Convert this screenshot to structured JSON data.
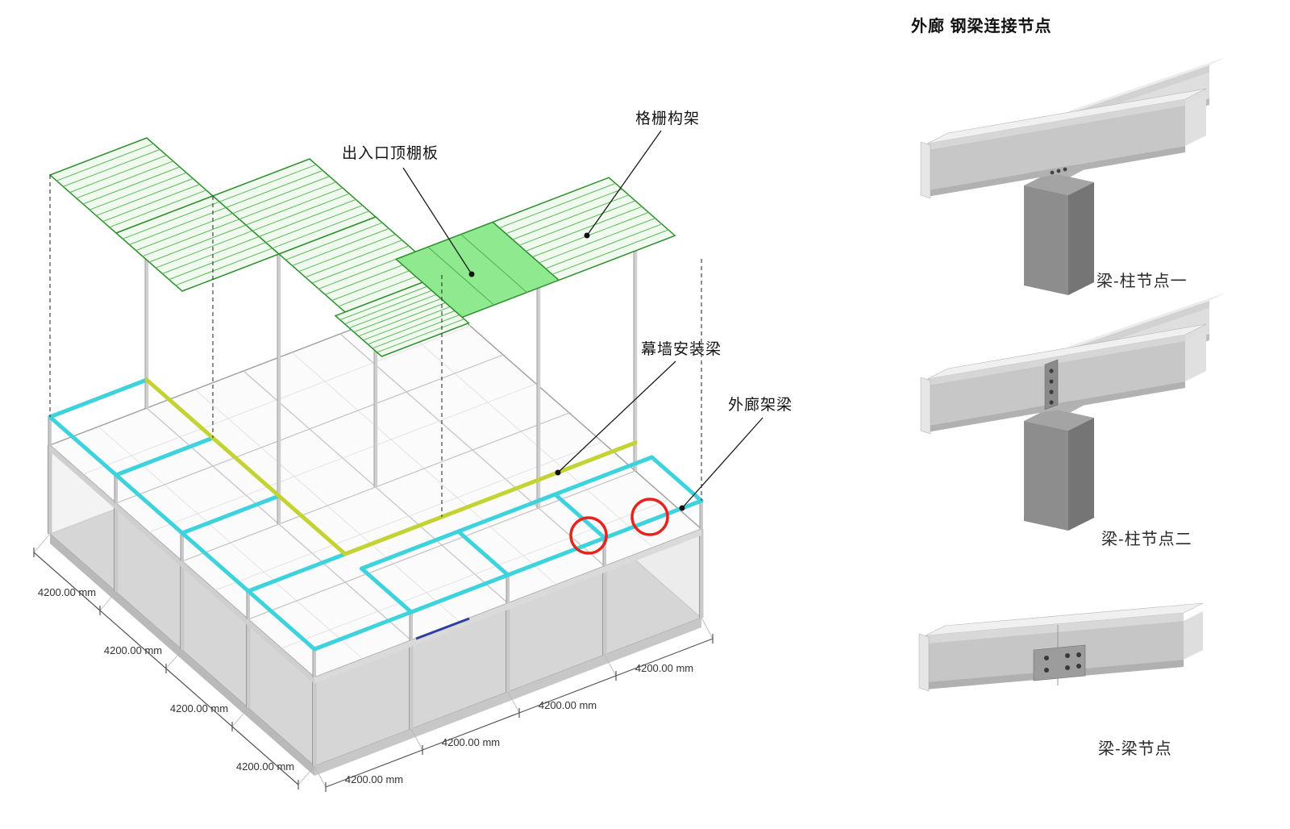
{
  "main_diagram": {
    "labels": {
      "canopy_panel": "出入口顶棚板",
      "lattice_frame": "格栅构架",
      "curtain_wall_beam": "幕墙安装梁",
      "corridor_beam": "外廊架梁"
    },
    "dimension_label": "4200.00 mm"
  },
  "details_panel": {
    "title": "外廊 钢梁连接节点",
    "captions": {
      "beam_column_1": "梁-柱节点一",
      "beam_column_2": "梁-柱节点二",
      "beam_beam": "梁-梁节点"
    }
  },
  "colors": {
    "grating_stroke": "#2e8f2e",
    "grating_hatch": "#5cb85c",
    "grating_fill": "#f1faee",
    "solid_panel_fill": "#8fe98f",
    "corridor_beam_cyan": "#3ed3dc",
    "curtain_beam_yellow": "#c3d334",
    "misc_beam_blue": "#2a3f9f",
    "highlight_red": "#e6231d",
    "dimension_line": "#555555",
    "leader_line": "#1a1a1a"
  }
}
